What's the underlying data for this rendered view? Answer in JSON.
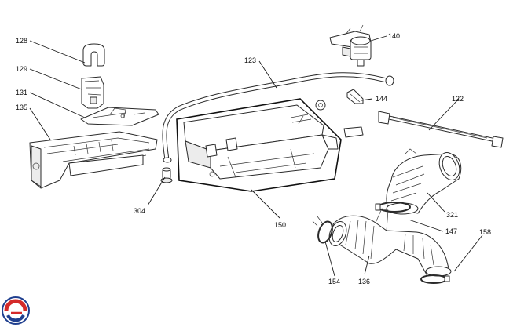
{
  "diagram": {
    "callouts": [
      {
        "id": "c128",
        "text": "128"
      },
      {
        "id": "c129",
        "text": "129"
      },
      {
        "id": "c131",
        "text": "131"
      },
      {
        "id": "c135",
        "text": "135"
      },
      {
        "id": "c123",
        "text": "123"
      },
      {
        "id": "c140",
        "text": "140"
      },
      {
        "id": "c144",
        "text": "144"
      },
      {
        "id": "c122",
        "text": "122"
      },
      {
        "id": "c304",
        "text": "304"
      },
      {
        "id": "c150",
        "text": "150"
      },
      {
        "id": "c321",
        "text": "321"
      },
      {
        "id": "c147",
        "text": "147"
      },
      {
        "id": "c158",
        "text": "158"
      },
      {
        "id": "c154",
        "text": "154"
      },
      {
        "id": "c136",
        "text": "136"
      }
    ]
  },
  "colors": {
    "line": "#2a2a2a",
    "logo_red": "#d42a2a",
    "logo_blue": "#1f3f8f"
  }
}
